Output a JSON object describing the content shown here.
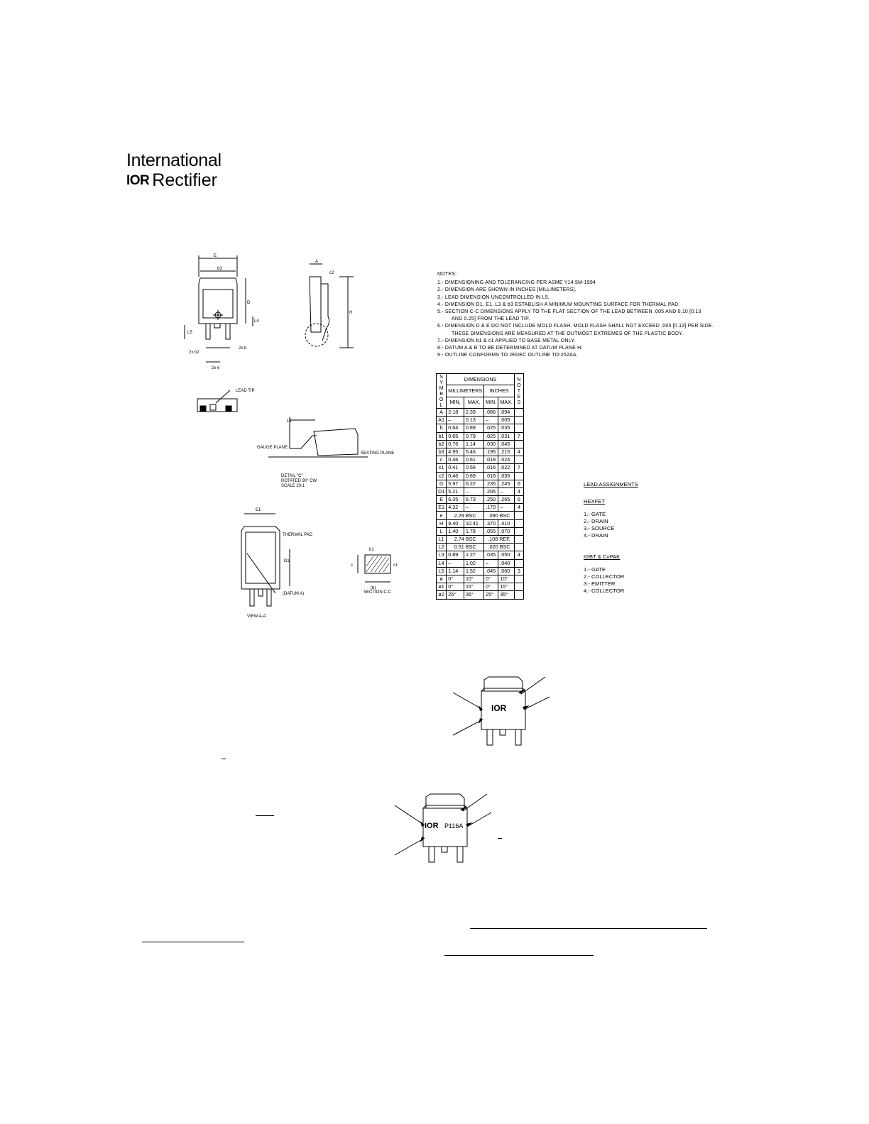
{
  "header": {
    "logo_line1": "International",
    "logo_mark": "IOR",
    "logo_line2": "Rectifier"
  },
  "drawing_labels": {
    "lead_tip": "LEAD TIP",
    "thermal_pad": "THERMAL PAD",
    "datum_a": "(DATUM A)",
    "view_aa": "VIEW A-A",
    "section_cc": "SECTION C-C",
    "gauge_plane": "GAUGE PLANE",
    "seating_plane": "SEATING PLANE",
    "detail_c": "DETAIL \"C\"",
    "rotated": "ROTATED 90° CW",
    "scale": "SCALE 20:1"
  },
  "notes": {
    "heading": "NOTES:",
    "items": [
      "1.- DIMENSIONING AND TOLERANCING PER ASME Y14.5M-1994",
      "2.- DIMENSION ARE SHOWN IN INCHES [MILLIMETERS].",
      "3.- LEAD DIMENSION UNCONTROLLED IN L5.",
      "4.- DIMENSION D1, E1, L3 & b3 ESTABLISH A MINIMUM MOUNTING SURFACE FOR THERMAL PAD.",
      "5.- SECTION C-C DIMENSIONS APPLY TO THE FLAT SECTION OF THE LEAD BETWEEN .005 AND 0.10 [0.13 AND 0.25] FROM THE LEAD TIP.",
      "6.- DIMENSION D & E DO NOT INCLUDE MOLD FLASH. MOLD FLASH SHALL NOT EXCEED .005 [0.13] PER SIDE. THESE DIMENSIONS ARE MEASURED AT THE OUTMOST EXTREMES OF THE PLASTIC BODY.",
      "7.- DIMENSION b1 & c1 APPLIED TO BASE METAL ONLY.",
      "8.- DATUM A & B TO BE DETERMINED AT DATUM PLANE H.",
      "9.- OUTLINE CONFORMS TO JEDEC OUTLINE TO-252AA."
    ]
  },
  "table": {
    "symbol_header": "SYMBOL",
    "dimensions_header": "DIMENSIONS",
    "mm_header": "MILLIMETERS",
    "in_header": "INCHES",
    "notes_header": "NOTES",
    "min": "MIN.",
    "max": "MAX.",
    "rows": [
      {
        "s": "A",
        "mm_min": "2.18",
        "mm_max": "2.39",
        "in_min": ".086",
        "in_max": ".094",
        "n": ""
      },
      {
        "s": "A1",
        "mm_min": "–",
        "mm_max": "0.13",
        "in_min": "–",
        "in_max": ".005",
        "n": ""
      },
      {
        "s": "b",
        "mm_min": "0.64",
        "mm_max": "0.89",
        "in_min": ".025",
        "in_max": ".035",
        "n": ""
      },
      {
        "s": "b1",
        "mm_min": "0.65",
        "mm_max": "0.79",
        "in_min": ".025",
        "in_max": ".031",
        "n": "7"
      },
      {
        "s": "b2",
        "mm_min": "0.76",
        "mm_max": "1.14",
        "in_min": ".030",
        "in_max": ".045",
        "n": ""
      },
      {
        "s": "b3",
        "mm_min": "4.95",
        "mm_max": "5.46",
        "in_min": ".195",
        "in_max": ".215",
        "n": "4"
      },
      {
        "s": "c",
        "mm_min": "0.46",
        "mm_max": "0.61",
        "in_min": ".018",
        "in_max": ".024",
        "n": ""
      },
      {
        "s": "c1",
        "mm_min": "0.41",
        "mm_max": "0.56",
        "in_min": ".016",
        "in_max": ".022",
        "n": "7"
      },
      {
        "s": "c2",
        "mm_min": "0.46",
        "mm_max": "0.89",
        "in_min": ".018",
        "in_max": ".035",
        "n": ""
      },
      {
        "s": "D",
        "mm_min": "5.97",
        "mm_max": "6.22",
        "in_min": ".235",
        "in_max": ".245",
        "n": "6"
      },
      {
        "s": "D1",
        "mm_min": "5.21",
        "mm_max": "–",
        "in_min": ".205",
        "in_max": "–",
        "n": "4"
      },
      {
        "s": "E",
        "mm_min": "6.35",
        "mm_max": "6.73",
        "in_min": ".250",
        "in_max": ".265",
        "n": "6"
      },
      {
        "s": "E1",
        "mm_min": "4.32",
        "mm_max": "–",
        "in_min": ".170",
        "in_max": "–",
        "n": "4"
      },
      {
        "s": "e",
        "mm_span": "2.29 BSC",
        "in_span": ".090 BSC",
        "n": ""
      },
      {
        "s": "H",
        "mm_min": "9.40",
        "mm_max": "10.41",
        "in_min": ".370",
        "in_max": ".410",
        "n": ""
      },
      {
        "s": "L",
        "mm_min": "1.40",
        "mm_max": "1.78",
        "in_min": ".055",
        "in_max": ".070",
        "n": ""
      },
      {
        "s": "L1",
        "mm_span": "2.74 BSC",
        "in_span": ".108 REF.",
        "n": ""
      },
      {
        "s": "L2",
        "mm_span": "0.51 BSC",
        "in_span": ".020 BSC",
        "n": ""
      },
      {
        "s": "L3",
        "mm_min": "0.89",
        "mm_max": "1.27",
        "in_min": ".035",
        "in_max": ".050",
        "n": "4"
      },
      {
        "s": "L4",
        "mm_min": "–",
        "mm_max": "1.02",
        "in_min": "–",
        "in_max": ".040",
        "n": ""
      },
      {
        "s": "L5",
        "mm_min": "1.14",
        "mm_max": "1.52",
        "in_min": ".045",
        "in_max": ".060",
        "n": "3"
      },
      {
        "s": "ø",
        "mm_min": "0°",
        "mm_max": "10°",
        "in_min": "0°",
        "in_max": "10°",
        "n": ""
      },
      {
        "s": "ø1",
        "mm_min": "0°",
        "mm_max": "15°",
        "in_min": "0°",
        "in_max": "15°",
        "n": ""
      },
      {
        "s": "ø2",
        "mm_min": "25°",
        "mm_max": "35°",
        "in_min": "25°",
        "in_max": "35°",
        "n": ""
      }
    ]
  },
  "lead_assignments": {
    "title": "LEAD ASSIGNMENTS",
    "hexfet_title": "HEXFET",
    "hexfet": [
      "1.- GATE",
      "2.- DRAIN",
      "3.- SOURCE",
      "4.- DRAIN"
    ],
    "igbt_title": "IGBT & CoPAK",
    "igbt": [
      "1.- GATE",
      "2.- COLLECTOR",
      "3.- EMITTER",
      "4.- COLLECTOR"
    ]
  },
  "marking": {
    "part1_logo": "IOR",
    "part2_logo": "IOR",
    "part2_code": "P116A"
  }
}
